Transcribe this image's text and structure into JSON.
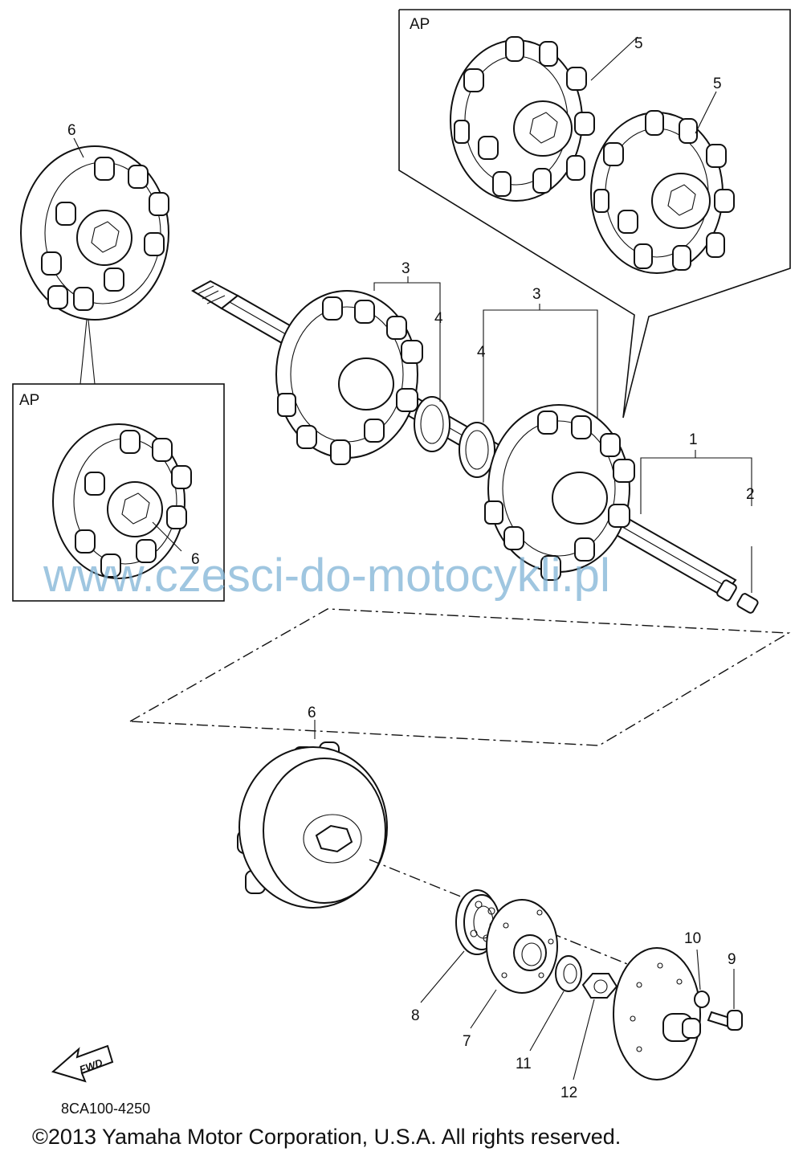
{
  "callouts": {
    "c1": "1",
    "c2": "2",
    "c3a": "3",
    "c3b": "3",
    "c4a": "4",
    "c4b": "4",
    "c5a": "5",
    "c5b": "5",
    "c6a": "6",
    "c6b": "6",
    "c6c": "6",
    "c7": "7",
    "c8": "8",
    "c9": "9",
    "c10": "10",
    "c11": "11",
    "c12": "12"
  },
  "boxes": {
    "ap_top": "AP",
    "ap_left": "AP"
  },
  "fwd_label": "FWD",
  "diagram_code": "8CA100-4250",
  "watermark": "www.czesci-do-motocykli.pl",
  "copyright": "©2013 Yamaha Motor Corporation, U.S.A. All rights reserved."
}
